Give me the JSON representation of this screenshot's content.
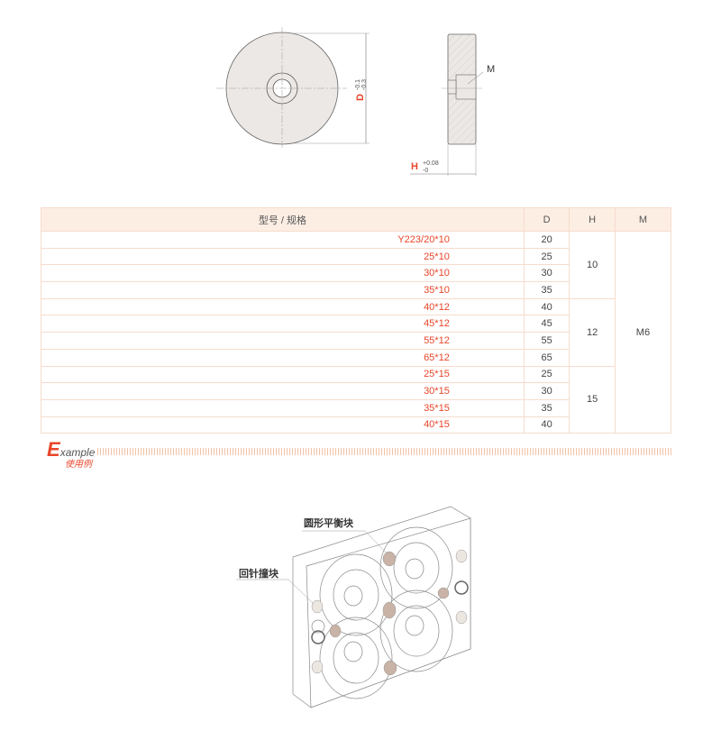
{
  "drawing": {
    "d_label": "D",
    "d_tol_upper": "-0.1",
    "d_tol_lower": "-0.3",
    "h_label": "H",
    "h_tol_upper": "+0.08",
    "h_tol_lower": "-0",
    "m_label": "M"
  },
  "table": {
    "headers": [
      "型号 / 规格",
      "D",
      "H",
      "M"
    ],
    "rows": [
      {
        "model": "Y223/20*10",
        "D": "20"
      },
      {
        "model": "25*10",
        "D": "25"
      },
      {
        "model": "30*10",
        "D": "30"
      },
      {
        "model": "35*10",
        "D": "35"
      },
      {
        "model": "40*12",
        "D": "40"
      },
      {
        "model": "45*12",
        "D": "45"
      },
      {
        "model": "55*12",
        "D": "55"
      },
      {
        "model": "65*12",
        "D": "65"
      },
      {
        "model": "25*15",
        "D": "25"
      },
      {
        "model": "30*15",
        "D": "30"
      },
      {
        "model": "35*15",
        "D": "35"
      },
      {
        "model": "40*15",
        "D": "40"
      }
    ],
    "h_groups": [
      "10",
      "12",
      "15"
    ],
    "m_value": "M6"
  },
  "example": {
    "title_initial": "E",
    "title_rest": "xample",
    "subtitle": "使用例",
    "label_round": "圆形平衡块",
    "label_pin": "回针撞块"
  },
  "colors": {
    "accent": "#e8462a",
    "header_bg": "#fdeee4",
    "part": "#c9b3a6"
  }
}
